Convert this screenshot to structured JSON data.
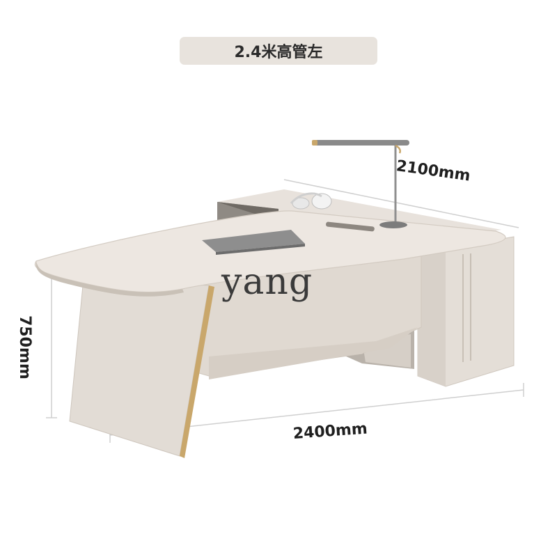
{
  "product": {
    "variant_label": "2.4米高管左"
  },
  "dimensions": {
    "width": "2400mm",
    "depth": "2100mm",
    "height": "750mm"
  },
  "watermark": "yang",
  "colors": {
    "label_pill": "#e8e3dd",
    "desk_top": "#eae4de",
    "desk_body": "#ddd6cf",
    "metal_accent": "#c9a76b",
    "laptop": "#8c8c8c"
  }
}
